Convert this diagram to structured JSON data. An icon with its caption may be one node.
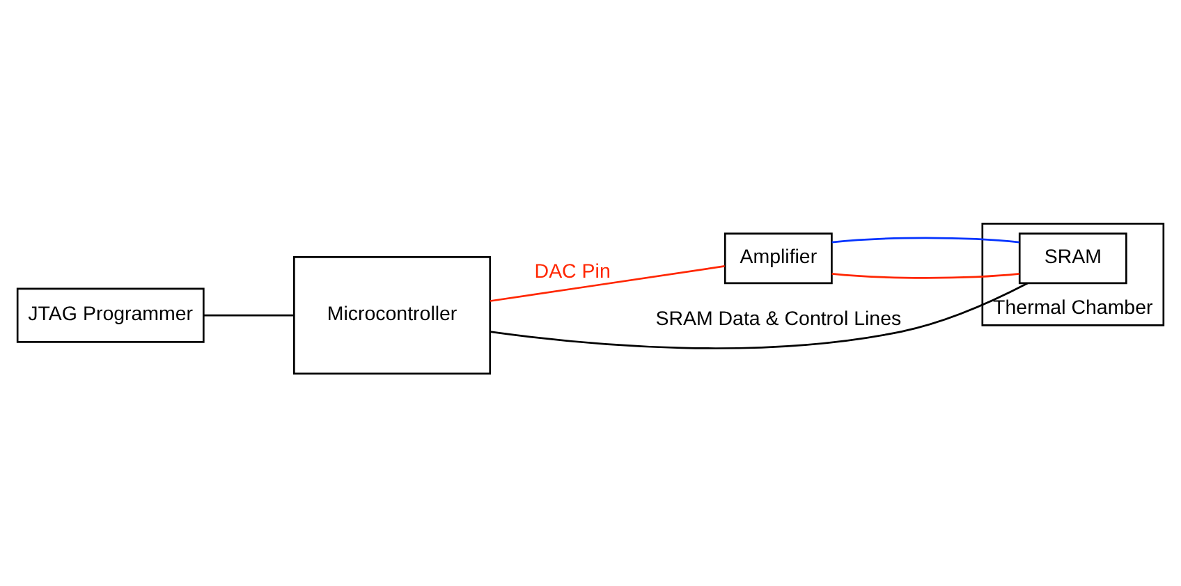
{
  "diagram": {
    "nodes": [
      {
        "text": [
          "JTAG Programmer"
        ]
      },
      {
        "text": [
          "Microcontroller"
        ]
      },
      {
        "text": [
          "Amplifier"
        ]
      },
      {
        "text": [
          "Thermal Chamber"
        ]
      },
      {
        "text": [
          "SRAM"
        ],
        "in": 3
      }
    ],
    "edges": [
      {
        "from": 0,
        "to": 1,
        "arrow": "none"
      },
      {
        "from": 1,
        "to": 2,
        "arrow": "none",
        "label": "DAC Pin",
        "color": "#ff2600"
      },
      {
        "from": 2,
        "to": 4,
        "arrow": "none",
        "color": "#ff2600"
      },
      {
        "from": 2,
        "to": 4,
        "arrow": "none",
        "color": "#0433ff"
      },
      {
        "from": 1,
        "to": 4,
        "arrow": "none",
        "label": "SRAM Data & Control Lines"
      }
    ]
  }
}
